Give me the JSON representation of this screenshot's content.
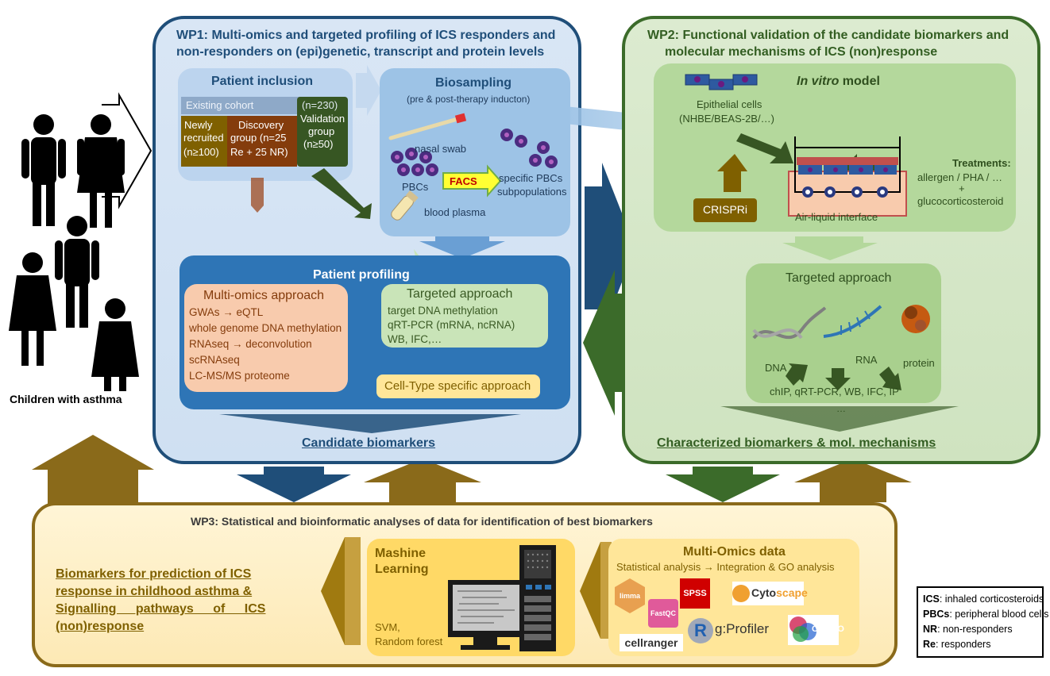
{
  "wp1": {
    "title_l1": "WP1: Multi-omics and targeted profiling of ICS responders and",
    "title_l2": "non-responders on (epi)genetic, transcript and protein levels",
    "patient_inclusion": {
      "title": "Patient inclusion",
      "existing_cohort": "Existing cohort",
      "existing_n": "(n=230)",
      "newly_recruited_l1": "Newly",
      "newly_recruited_l2": "recruited",
      "newly_recruited_n": "(n≥100)",
      "discovery_l1": "Discovery",
      "discovery_l2": "group (n=25",
      "discovery_l3": "Re + 25 NR)",
      "validation_l1": "Validation",
      "validation_l2": "group",
      "validation_l3": "(n≥50)"
    },
    "biosampling": {
      "title": "Biosampling",
      "subtitle": "(pre & post-therapy inducton)",
      "nasal_swab": "nasal swab",
      "pbcs": "PBCs",
      "facs": "FACS",
      "specific_l1": "specific PBCs",
      "specific_l2": "subpopulations",
      "blood_plasma": "blood plasma"
    },
    "patient_profiling": {
      "title": "Patient profiling",
      "multiomics_title": "Multi-omics approach",
      "multiomics_items": [
        "GWAs → eQTL",
        "whole genome DNA methylation",
        "RNAseq → deconvolution",
        "scRNAseq",
        "LC-MS/MS proteome"
      ],
      "targeted_title": "Targeted approach",
      "targeted_items": [
        "target DNA methylation",
        "qRT-PCR (mRNA, ncRNA)",
        "WB, IFC,…"
      ],
      "celltype": "Cell-Type specific approach"
    },
    "output": "Candidate biomarkers"
  },
  "wp2": {
    "title_l1": "WP2: Functional validation of the candidate biomarkers and",
    "title_l2": "molecular mechanisms of ICS (non)response",
    "invitro_italic": "In vitro",
    "invitro_rest": " model",
    "epithelial_l1": "Epithelial cells",
    "epithelial_l2": "(NHBE/BEAS-2B/…)",
    "treatments_title": "Treatments:",
    "treatments_l1": "allergen / PHA / …",
    "treatments_plus": "+",
    "treatments_l2": "glucocorticosteroid",
    "crispri": "CRISPRi",
    "ali": "Air-liquid interface",
    "targeted_title": "Targeted approach",
    "dna": "DNA",
    "rna": "RNA",
    "protein": "protein",
    "methods": "chIP, qRT-PCR, WB, IFC, IP",
    "methods_more": "…",
    "output": "Characterized biomarkers & mol. mechanisms"
  },
  "wp3": {
    "title": "WP3: Statistical and bioinformatic analyses of data for identification of best biomarkers",
    "result_l1": "Biomarkers for prediction of ICS",
    "result_l2": "response in childhood asthma &",
    "result_l3": "Signalling pathways of ICS",
    "result_l4": "(non)response",
    "ml_title_l1": "Mashine",
    "ml_title_l2": "Learning",
    "ml_methods_l1": "SVM,",
    "ml_methods_l2": "Random forest",
    "multiomics_title": "Multi-Omics data",
    "multiomics_sub": "Statistical analysis → Integration & GO analysis",
    "tools": {
      "limma": "limma",
      "spss": "SPSS",
      "cytoscape_a": "Cyto",
      "cytoscape_b": "scape",
      "fastqc": "FastQC",
      "r": "R",
      "gprofiler": "g:Profiler",
      "cluego": "ClueGO",
      "cellranger": "cellranger"
    }
  },
  "children_label": "Children with asthma",
  "legend": [
    {
      "key": "ICS",
      "desc": ": inhaled corticosteroids"
    },
    {
      "key": "PBCs",
      "desc": ": peripheral blood cells"
    },
    {
      "key": "NR",
      "desc": ": non-responders"
    },
    {
      "key": "Re",
      "desc": ": responders"
    }
  ],
  "colors": {
    "wp1_border": "#1f4e79",
    "wp2_border": "#3b6b2a",
    "wp3_border": "#8a6a1a",
    "arrow_blue": "#1f4e79",
    "arrow_green": "#3b6b2a",
    "arrow_gold": "#8a6a1a"
  }
}
